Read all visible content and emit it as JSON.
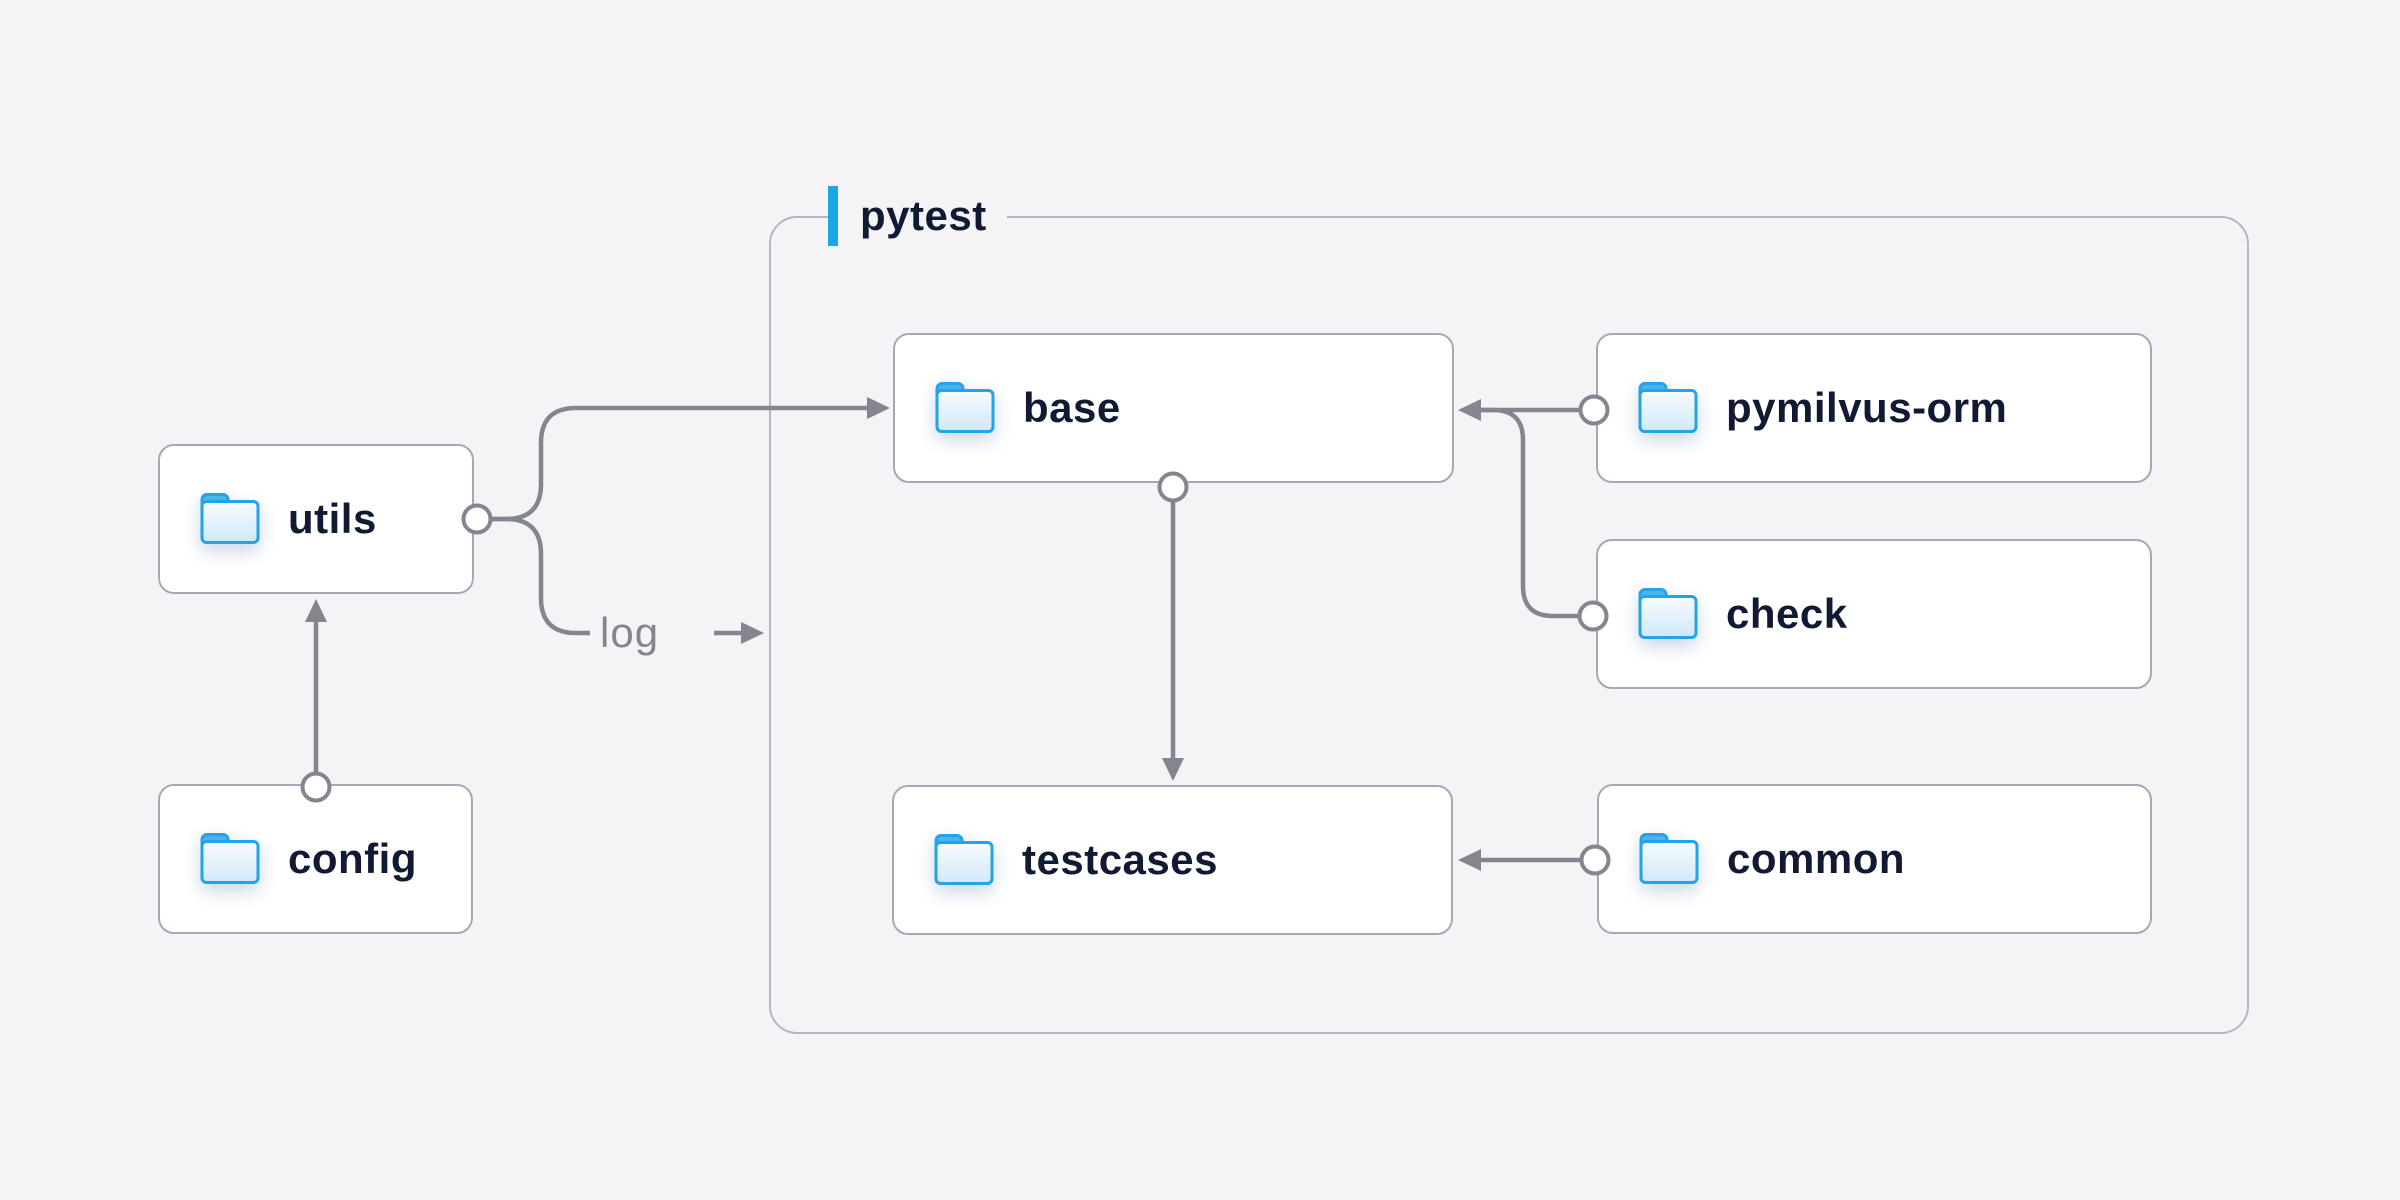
{
  "diagram": {
    "type": "folder-architecture-diagram",
    "container": {
      "label": "pytest"
    },
    "nodes": [
      {
        "id": "utils",
        "label": "utils",
        "icon": "folder-icon"
      },
      {
        "id": "config",
        "label": "config",
        "icon": "folder-icon"
      },
      {
        "id": "base",
        "label": "base",
        "icon": "folder-icon"
      },
      {
        "id": "pymilvus-orm",
        "label": "pymilvus-orm",
        "icon": "folder-icon"
      },
      {
        "id": "check",
        "label": "check",
        "icon": "folder-icon"
      },
      {
        "id": "testcases",
        "label": "testcases",
        "icon": "folder-icon"
      },
      {
        "id": "common",
        "label": "common",
        "icon": "folder-icon"
      }
    ],
    "edges": [
      {
        "from": "config",
        "to": "utils"
      },
      {
        "from": "utils",
        "to": "base"
      },
      {
        "from": "utils",
        "to": "pytest-container",
        "label": "log"
      },
      {
        "from": "base",
        "to": "testcases"
      },
      {
        "from": "pymilvus-orm",
        "to": "base"
      },
      {
        "from": "check",
        "to": "base"
      },
      {
        "from": "common",
        "to": "testcases"
      }
    ],
    "edge_label_log": "log",
    "colors": {
      "background": "#f4f4f6",
      "node_background": "#ffffff",
      "node_border": "#a6a9b5",
      "container_border": "#b5b6c3",
      "edge_gray": "#83858f",
      "node_text": "#101a33",
      "accent_blue": "#18a7e8",
      "folder_blue": "#24a4e6"
    }
  }
}
